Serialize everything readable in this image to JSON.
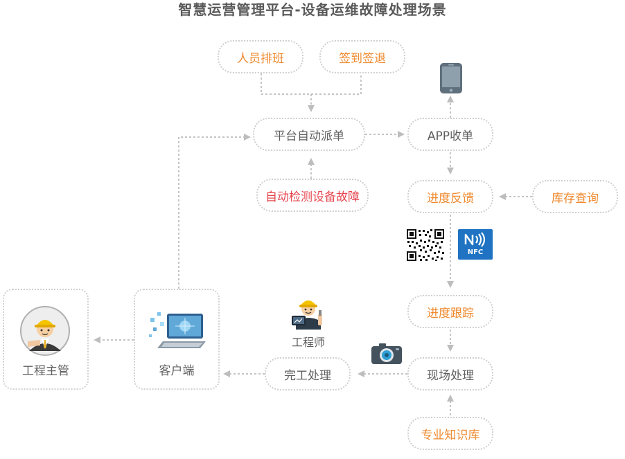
{
  "title": "智慧运营管理平台-设备运维故障处理场景",
  "nodes": {
    "staff_schedule": "人员排班",
    "check_in_out": "签到签退",
    "auto_dispatch": "平台自动派单",
    "app_receive": "APP收单",
    "auto_detect": "自动检测设备故障",
    "progress_feedback": "进度反馈",
    "inventory_query": "库存查询",
    "progress_tracking": "进度跟踪",
    "onsite_handling": "现场处理",
    "completion_handling": "完工处理",
    "knowledge_base": "专业知识库",
    "client": "客户端",
    "supervisor": "工程主管",
    "engineer": "工程师"
  },
  "badges": {
    "nfc": "NFC"
  },
  "colors": {
    "orange_text": "#ef8a2f",
    "red_text": "#e6464e",
    "gray_text": "#5f5f5f",
    "border": "#cfcfcf",
    "arrow": "#bdbdbd",
    "nfc_blue": "#1f73c2",
    "phone": "#5f6f7c"
  },
  "icons": [
    "phone-icon",
    "qr-code-icon",
    "nfc-icon",
    "engineer-icon",
    "camera-icon",
    "computer-icon",
    "supervisor-avatar-icon"
  ]
}
